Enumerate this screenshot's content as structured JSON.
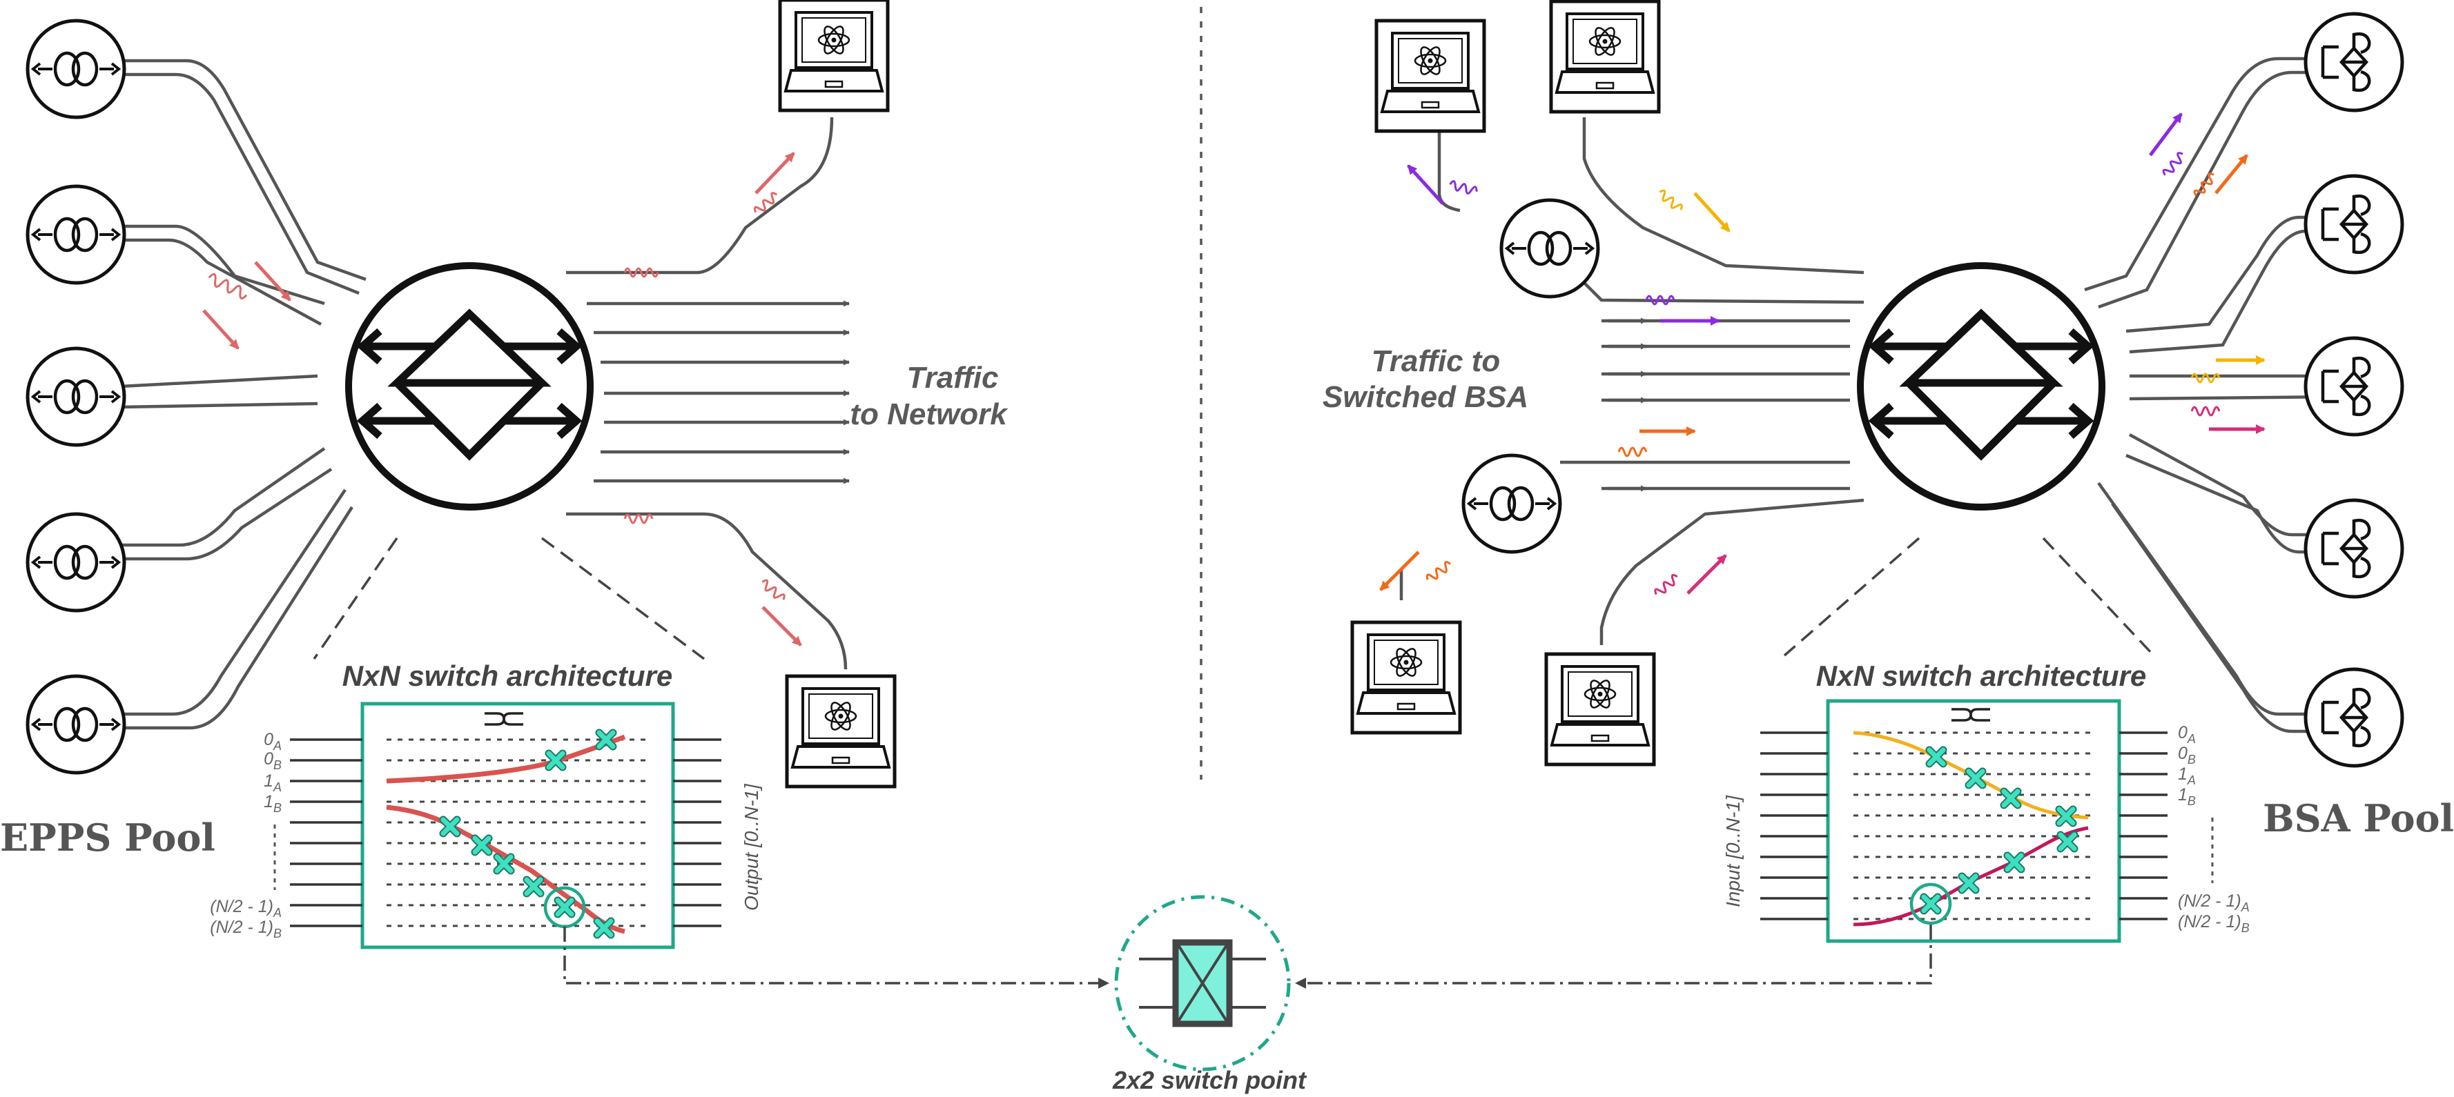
{
  "left": {
    "pool_label": "EPPS Pool",
    "traffic_label": [
      "Traffic",
      "to Network"
    ],
    "arch_title": "NxN switch architecture",
    "port_labels": [
      "0A",
      "0B",
      "1A",
      "1B",
      "(N/2 - 1)A",
      "(N/2 - 1)B"
    ],
    "axis_label": "Output [0..N-1]"
  },
  "right": {
    "pool_label": "BSA Pool",
    "traffic_label": [
      "Traffic to",
      "Switched BSA"
    ],
    "arch_title": "NxN switch architecture",
    "port_labels": [
      "0A",
      "0B",
      "1A",
      "1B",
      "(N/2 - 1)A",
      "(N/2 - 1)B"
    ],
    "axis_label": "Input [0..N-1]"
  },
  "switch_point_label": "2x2 switch point",
  "icons": {
    "source": "entangled-photon-source-icon",
    "bsa": "bell-state-analyzer-icon",
    "laptop": "laptop-atom-icon",
    "switch": "optical-switch-icon",
    "crossing": "crossing-symbol-icon"
  },
  "colors": {
    "accent_teal": "#1fa88a",
    "switch_fill": "#7ff0dc",
    "photon_red": "#e06666",
    "photon_purple": "#8a2be2",
    "photon_orange": "#f26a1b",
    "photon_yellow": "#f5b400",
    "photon_magenta": "#d62e7a",
    "path_red": "#d9534f",
    "path_yellow": "#f2b01e",
    "path_magenta": "#c2185b"
  }
}
